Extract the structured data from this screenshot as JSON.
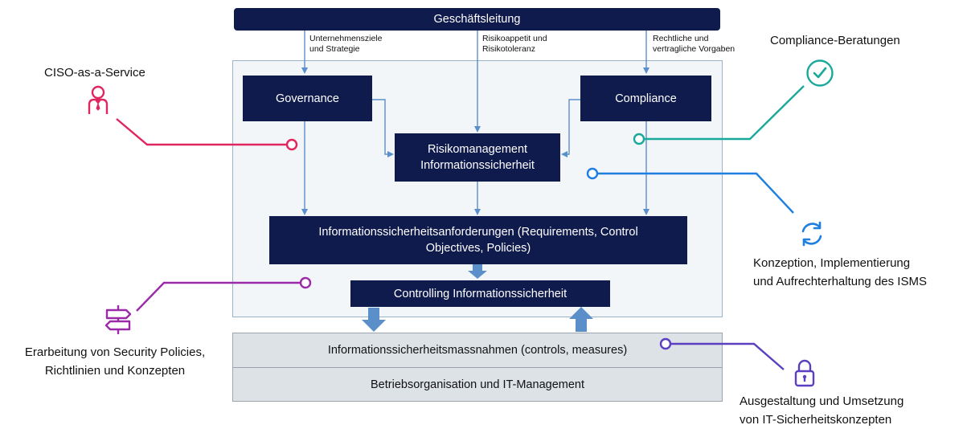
{
  "top_bar": {
    "title": "Geschäftsleitung"
  },
  "inputs": [
    {
      "text": "Unternehmensziele\nund Strategie"
    },
    {
      "text": "Risikoappetit und\nRisikotoleranz"
    },
    {
      "text": "Rechtliche und\nvertragliche Vorgaben"
    }
  ],
  "boxes": {
    "governance": "Governance",
    "compliance": "Compliance",
    "risk": "Risikomanagement\nInformationssicherheit",
    "requirements": "Informationssicherheitsanforderungen (Requirements, Control\nObjectives, Policies)",
    "controlling": "Controlling Informationssicherheit",
    "measures": "Informationssicherheitsmassnahmen (controls, measures)",
    "operations": "Betriebsorganisation und IT-Management"
  },
  "services": {
    "ciso": {
      "label": "CISO-as-a-Service",
      "color": "#e0265f",
      "icon": "person-tie-icon"
    },
    "compliance": {
      "label": "Compliance-Beratungen",
      "color": "#19a99a",
      "icon": "checkmark-circle-icon"
    },
    "isms": {
      "label": "Konzeption, Implementierung\nund Aufrechterhaltung des ISMS",
      "color": "#1f7fe0",
      "icon": "refresh-icon"
    },
    "policies": {
      "label": "Erarbeitung von Security Policies,\nRichtlinien und Konzepten",
      "color": "#9b2aa9",
      "icon": "signpost-icon"
    },
    "security": {
      "label": "Ausgestaltung und Umsetzung\nvon IT-Sicherheitskonzepten",
      "color": "#5a3fc0",
      "icon": "padlock-icon"
    }
  }
}
